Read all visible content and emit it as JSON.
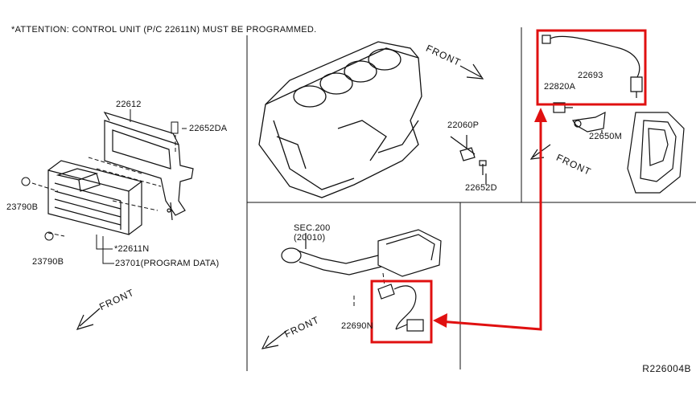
{
  "header": {
    "attention": "*ATTENTION: CONTROL UNIT (P/C 22611N) MUST BE PROGRAMMED."
  },
  "reference": "R226004B",
  "front_label": "FRONT",
  "parts": {
    "p22612": "22612",
    "p22652DA": "22652DA",
    "p23790B_a": "23790B",
    "p23790B_b": "23790B",
    "p22611N": "*22611N",
    "p23701": "23701(PROGRAM DATA)",
    "p22060P": "22060P",
    "p22652D": "22652D",
    "p22693": "22693",
    "p22820A": "22820A",
    "p22650M": "22650M",
    "sec200": "SEC.200",
    "sec200_sub": "(20010)",
    "p22690N": "22690N"
  },
  "colors": {
    "highlight": "#e01010",
    "line": "#111111"
  }
}
